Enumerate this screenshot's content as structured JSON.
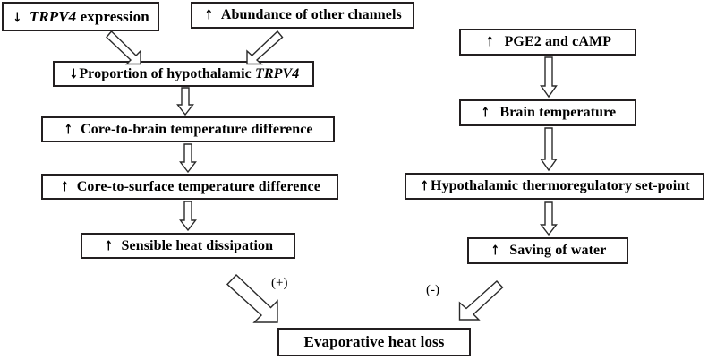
{
  "diagram": {
    "title": "TRPV4 thermoregulation flow diagram",
    "background_color": "#ffffff",
    "box_border_color": "#231f20",
    "arrow_stroke_color": "#2a2a2a",
    "arrow_fill_color": "#ffffff"
  },
  "nodes": {
    "trpv4_expression": {
      "direction": "↓",
      "direction_meaning": "down-arrow-decrease",
      "text_italic": "TRPV4",
      "text_plain": " expression",
      "full_text": "↓ TRPV4 expression"
    },
    "abundance_other_channels": {
      "direction": "↑",
      "direction_meaning": "up-arrow-increase",
      "full_text": "↑ Abundance of other channels",
      "text_plain": "Abundance of other channels"
    },
    "proportion_hypothalamic_trpv4": {
      "direction": "↓",
      "direction_meaning": "down-arrow-decrease",
      "text_plain": "Proportion of hypothalamic ",
      "text_italic": "TRPV4",
      "full_text": "↓Proportion of hypothalamic TRPV4"
    },
    "core_to_brain": {
      "direction": "↑",
      "direction_meaning": "up-arrow-increase",
      "text_plain": "Core-to-brain temperature difference",
      "full_text": "↑ Core-to-brain temperature difference"
    },
    "core_to_surface": {
      "direction": "↑",
      "direction_meaning": "up-arrow-increase",
      "text_plain": "Core-to-surface temperature difference",
      "full_text": "↑ Core-to-surface temperature difference"
    },
    "sensible_heat_dissipation": {
      "direction": "↑",
      "direction_meaning": "up-arrow-increase",
      "text_plain": "Sensible heat dissipation",
      "full_text": "↑ Sensible heat dissipation"
    },
    "pge2_camp": {
      "direction": "↑",
      "direction_meaning": "up-arrow-increase",
      "text_plain": "PGE2 and cAMP",
      "full_text": "↑ PGE2 and cAMP"
    },
    "brain_temperature": {
      "direction": "↑",
      "direction_meaning": "up-arrow-increase",
      "text_plain": "Brain temperature",
      "full_text": "↑ Brain temperature"
    },
    "hypothalamic_setpoint": {
      "direction": "↑",
      "direction_meaning": "up-arrow-increase",
      "text_plain": "Hypothalamic thermoregulatory set-point",
      "full_text": "↑Hypothalamic thermoregulatory set-point"
    },
    "saving_of_water": {
      "direction": "↑",
      "direction_meaning": "up-arrow-increase",
      "text_plain": "Saving of water",
      "full_text": "↑ Saving of water"
    },
    "evaporative_heat_loss": {
      "direction": "",
      "text_plain": "Evaporative heat loss",
      "full_text": "Evaporative heat loss"
    }
  },
  "edge_labels": {
    "positive": "(+)",
    "negative": "(-)"
  }
}
